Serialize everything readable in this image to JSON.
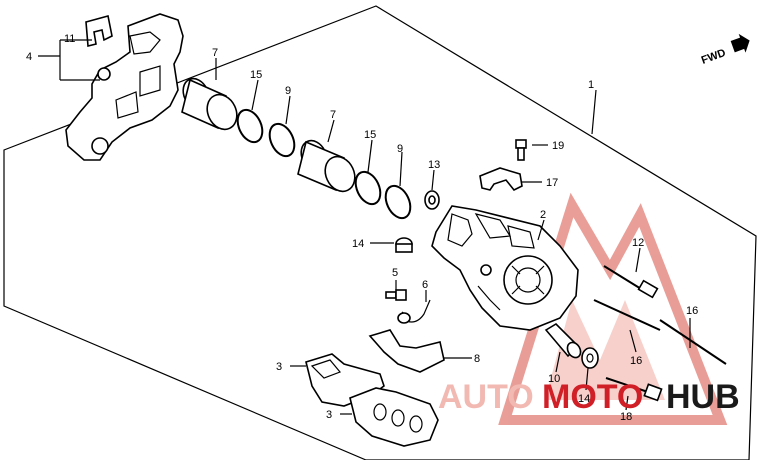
{
  "diagram": {
    "direction_label": "FWD",
    "callouts": {
      "c1": "1",
      "c2": "2",
      "c3a": "3",
      "c3b": "3",
      "c4": "4",
      "c5": "5",
      "c6": "6",
      "c7a": "7",
      "c7b": "7",
      "c8": "8",
      "c9a": "9",
      "c9b": "9",
      "c10": "10",
      "c11": "11",
      "c12": "12",
      "c13": "13",
      "c14a": "14",
      "c14b": "14",
      "c15a": "15",
      "c15b": "15",
      "c16a": "16",
      "c16b": "16",
      "c17": "17",
      "c18": "18",
      "c19": "19"
    }
  },
  "watermark": {
    "part1": "AUTO",
    "part2": "MOTO",
    "part3": "HUB",
    "colors": {
      "light": "#f2b9b2",
      "red": "#d11f27",
      "dark": "#1a1a1a"
    }
  }
}
